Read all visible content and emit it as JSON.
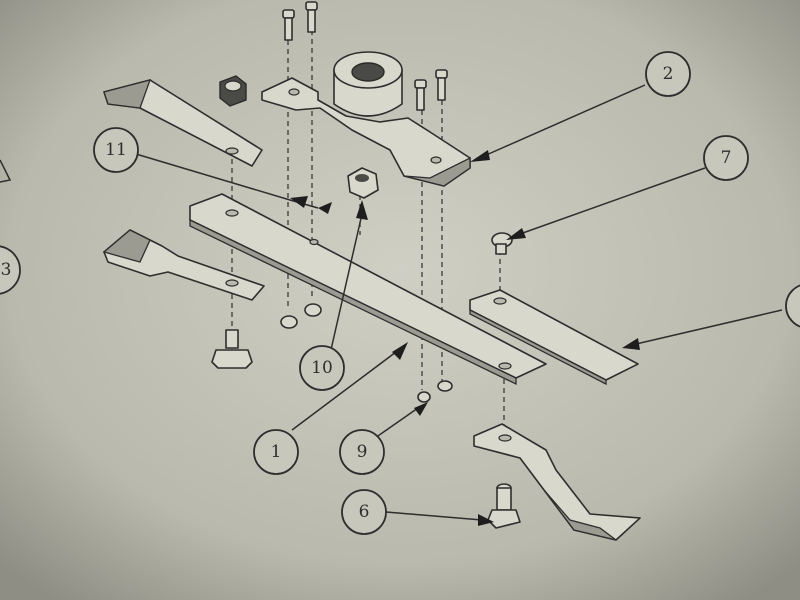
{
  "diagram": {
    "callouts": [
      {
        "id": "c2",
        "label": "2"
      },
      {
        "id": "c7",
        "label": "7"
      },
      {
        "id": "c11",
        "label": "11"
      },
      {
        "id": "c10",
        "label": "10"
      },
      {
        "id": "c1",
        "label": "1"
      },
      {
        "id": "c9",
        "label": "9"
      },
      {
        "id": "c6",
        "label": "6"
      },
      {
        "id": "c3",
        "label": "3"
      }
    ]
  },
  "colors": {
    "background": "#b9b9ad",
    "line": "#2e2e2e",
    "part_fill": "#d9d8cd"
  }
}
